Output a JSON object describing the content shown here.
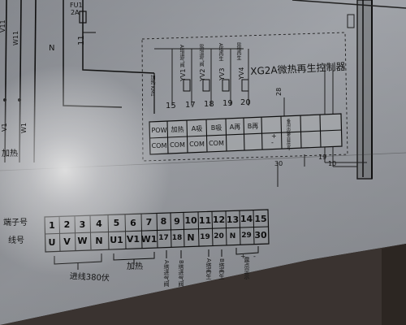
{
  "fuse": {
    "label": "FU1",
    "rating": "2A"
  },
  "left_labels": {
    "v11": "V11",
    "w11": "W11",
    "v1": "V1",
    "w1": "W1",
    "heating": "加热"
  },
  "wires": {
    "n": "N",
    "n11": "11"
  },
  "controller": {
    "title": "XG2A微热再生控制器",
    "contact_labels": [
      "加热 KM1",
      "A塔进气阀",
      "B塔进气阀",
      "A塔再生",
      "B塔再生"
    ],
    "coil_labels": [
      "YV1",
      "YV2",
      "YV3",
      "YV4"
    ],
    "terminal_numbers": [
      "15",
      "17",
      "18",
      "19",
      "20"
    ],
    "row1": [
      "POW",
      "加热",
      "A吸",
      "B吸",
      "A再",
      "B再"
    ],
    "row2": [
      "COM",
      "COM",
      "COM",
      "COM"
    ],
    "right_numbers": {
      "n28": "28",
      "n30": "30",
      "n19": "19",
      "n10": "10"
    },
    "right_labels": {
      "r1": "备用出输",
      "r2": "负载信号"
    },
    "right_symbols": [
      "+",
      "-"
    ]
  },
  "terminal_strip": {
    "header_label": "端子号",
    "row_label": "线号",
    "numbers": [
      "1",
      "2",
      "3",
      "4",
      "5",
      "6",
      "7",
      "8",
      "9",
      "10",
      "11",
      "12",
      "13",
      "14",
      "15"
    ],
    "codes": [
      "U",
      "V",
      "W",
      "N",
      "U1",
      "V1",
      "W1",
      "17",
      "18",
      "N",
      "19",
      "20",
      "N",
      "29",
      "30"
    ],
    "signs": [
      "+",
      "-"
    ]
  },
  "bottom_labels": {
    "motor": "进线380伏",
    "heating": "加热",
    "a_intake": "A塔进气阀",
    "b_intake": "B塔进气阀",
    "a_regen": "A塔再生",
    "b_regen": "B塔再生",
    "dewpoint": "露点显示"
  }
}
